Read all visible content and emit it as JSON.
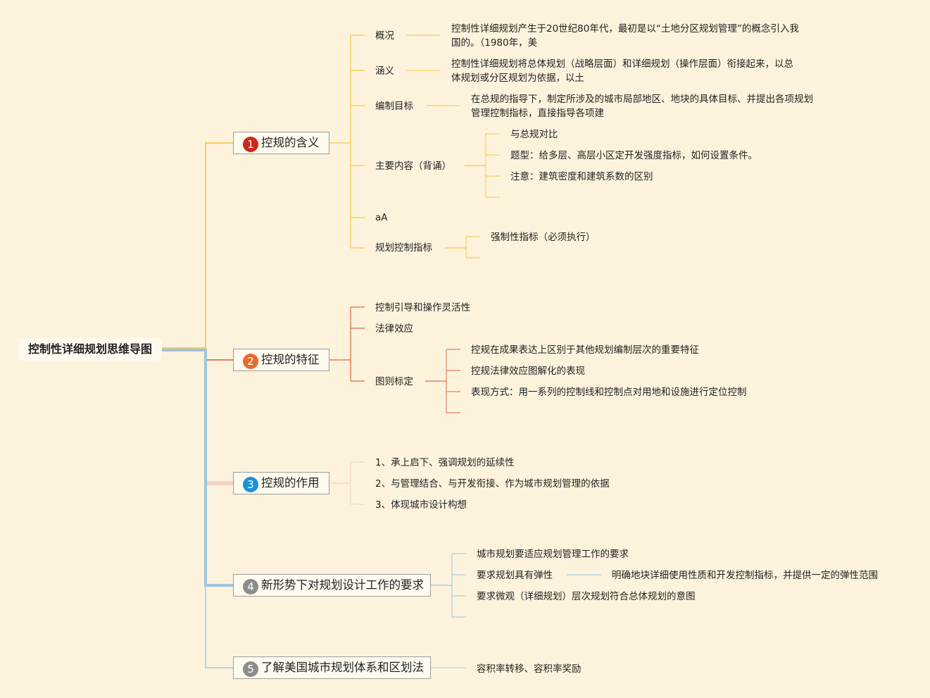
{
  "root": {
    "title": "控制性详细规划思维导图"
  },
  "branches": [
    {
      "num": "1",
      "label": "控规的含义",
      "color": "#cc2a1a"
    },
    {
      "num": "2",
      "label": "控规的特征",
      "color": "#e86b2b"
    },
    {
      "num": "3",
      "label": "控规的作用",
      "color": "#1a92d8"
    },
    {
      "num": "4",
      "label": "新形势下对规划设计工作的要求",
      "color": "#8c8c8c"
    },
    {
      "num": "5",
      "label": "了解美国城市规划体系和区划法",
      "color": "#8c8c8c"
    }
  ],
  "b1": {
    "gaikuang": "概况",
    "gaikuang_text": "控制性详细规划产生于20世纪80年代，最初是以“土地分区规划管理”的概念引入我国的。（1980年，美",
    "hanyi": "涵义",
    "hanyi_text": "控制性详细规划将总体规划（战略层面）和详细规划（操作层面）衔接起来，以总体规划或分区规划为依据，以土",
    "mubiao": "编制目标",
    "mubiao_text": "在总规的指导下，制定所涉及的城市局部地区、地块的具体目标、并提出各项规划管理控制指标，直接指导各项建",
    "neirong": "主要内容（背诵）",
    "neirong_items": [
      "与总规对比",
      "题型：给多层、高层小区定开发强度指标，如何设置条件。",
      "注意：建筑密度和建筑系数的区别"
    ],
    "aA": "aA",
    "zhibiao": "规划控制指标",
    "zhibiao_item": "强制性指标（必须执行）"
  },
  "b2": {
    "items": [
      "控制引导和操作灵活性",
      "法律效应"
    ],
    "tuze": "图则标定",
    "tuze_items": [
      "控规在成果表达上区别于其他规划编制层次的重要特征",
      "控规法律效应图解化的表现",
      "表现方式：用一系列的控制线和控制点对用地和设施进行定位控制"
    ]
  },
  "b3": {
    "items": [
      "1、承上启下、强调规划的延续性",
      "2、与管理结合、与开发衔接、作为城市规划管理的依据",
      "3、体现城市设计构想"
    ]
  },
  "b4": {
    "items": [
      "城市规划要适应规划管理工作的要求",
      "要求规划具有弹性",
      "要求微观（详细规划）层次规划符合总体规划的意图"
    ],
    "tanxing_text": "明确地块详细使用性质和开发控制指标，并提供一定的弹性范围"
  },
  "b5": {
    "item": "容积率转移、容积率奖励"
  },
  "colors": {
    "background": "#fdf3dd",
    "branch1_line": "#f5cf5e",
    "branch2_line": "#e4805e",
    "branch3_line": "#f7d2c4",
    "branch4_line": "#a9cde0",
    "root_line": "#9fc4e0"
  }
}
